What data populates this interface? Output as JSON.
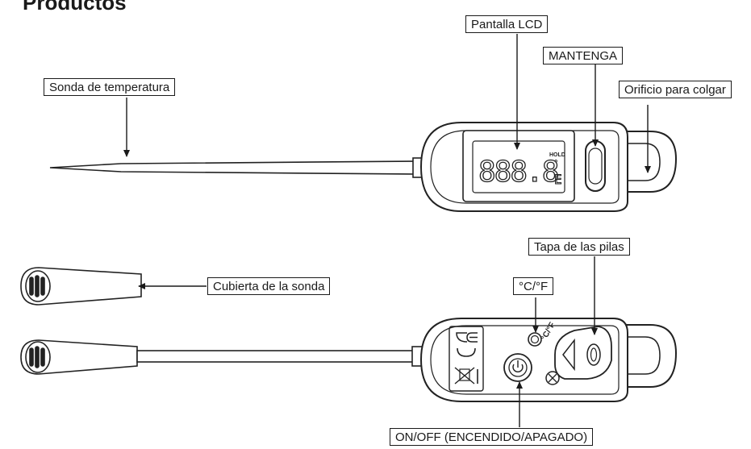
{
  "heading": "Productos",
  "labels": {
    "lcd": "Pantalla LCD",
    "hold": "MANTENGA",
    "probe": "Sonda de temperatura",
    "hang": "Orificio para colgar",
    "battery": "Tapa de las pilas",
    "cover": "Cubierta de la sonda",
    "unit": "°C/°F",
    "power": "ON/OFF (ENCENDIDO/APAGADO)"
  },
  "display": {
    "digits": "888.8",
    "hold_text": "HOLD",
    "deg": "°",
    "unit_letter": "E"
  }
}
